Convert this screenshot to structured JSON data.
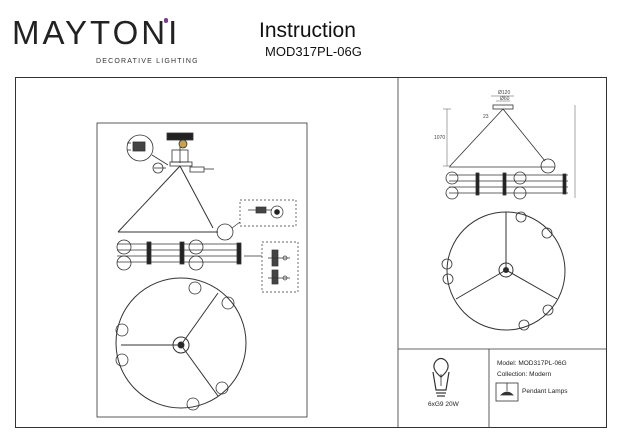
{
  "header": {
    "brand": "MAYTONI",
    "brand_subtitle": "DECORATIVE LIGHTING",
    "title": "Instruction",
    "model_code": "MOD317PL-06G"
  },
  "dimensions": {
    "d120": "Ø120",
    "d60": "Ø60",
    "height": "1070",
    "d23": "23"
  },
  "info": {
    "model_label": "Model: MOD317PL-06G",
    "collection_label": "Collection: Modern",
    "lamp_spec": "6xG9 20W",
    "type_label": "Pendant Lamps"
  },
  "colors": {
    "line": "#333333",
    "accent": "#c8a24a"
  }
}
